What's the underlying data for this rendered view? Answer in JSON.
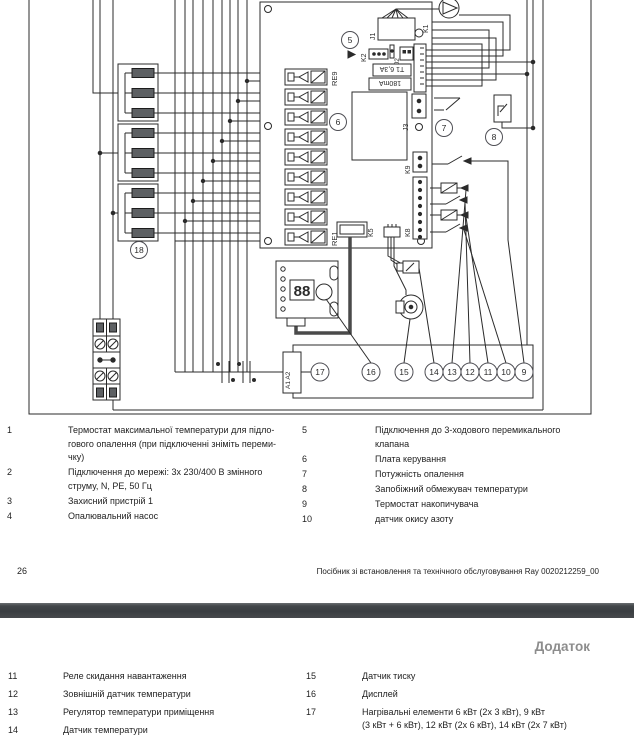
{
  "diagram": {
    "labels": {
      "re9": "RE9",
      "re1": "RE1",
      "k1": "K1",
      "j1": "J1",
      "k2": "K2",
      "j2": "J2",
      "j3": "J3",
      "k5": "K5",
      "k8": "K8",
      "k9": "K9",
      "fuse_main": "T1 6,3A",
      "fuse_small": "180mA",
      "a1a2": "A1 A2",
      "display_digits": "88"
    },
    "callouts": {
      "c5": "5",
      "c6": "6",
      "c7": "7",
      "c8": "8",
      "c18": "18",
      "c9": "9",
      "c10": "10",
      "c11": "11",
      "c12": "12",
      "c13": "13",
      "c14": "14",
      "c15": "15",
      "c16": "16",
      "c17": "17"
    }
  },
  "legend_page1": {
    "left": [
      {
        "num": "1",
        "text": "Термостат максимальної температури для підло-\nгового опалення (при підключенні зніміть переми-\nчку)"
      },
      {
        "num": "2",
        "text": "Підключення до мережі: 3x 230/400 В змінного\nструму, N, PE, 50 Гц"
      },
      {
        "num": "3",
        "text": "Захисний пристрій 1"
      },
      {
        "num": "4",
        "text": "Опалювальний насос"
      }
    ],
    "right": [
      {
        "num": "5",
        "text": "Підключення до 3-ходового перемикального\nклапана"
      },
      {
        "num": "6",
        "text": "Плата керування"
      },
      {
        "num": "7",
        "text": "Потужність опалення"
      },
      {
        "num": "8",
        "text": "Запобіжний обмежувач температури"
      },
      {
        "num": "9",
        "text": "Термостат накопичувача"
      },
      {
        "num": "10",
        "text": "датчик окису азоту"
      }
    ]
  },
  "footer": {
    "page_number": "26",
    "text": "Посібник зі встановлення та технічного обслуговування Ray 0020212259_00"
  },
  "page2": {
    "heading": "Додаток",
    "left": [
      {
        "num": "11",
        "text": "Реле скидання навантаження"
      },
      {
        "num": "12",
        "text": "Зовнішній датчик температури"
      },
      {
        "num": "13",
        "text": "Регулятор температури приміщення"
      },
      {
        "num": "14",
        "text": "Датчик температури"
      }
    ],
    "right": [
      {
        "num": "15",
        "text": "Датчик тиску"
      },
      {
        "num": "16",
        "text": "Дисплей"
      },
      {
        "num": "17",
        "text": "Нагрівальні елементи 6 кВт (2x 3 кВт), 9 кВт\n(3 кВт + 6 кВт), 12 кВт (2x 6 кВт), 14 кВт (2x 7 кВт)"
      }
    ]
  },
  "colors": {
    "separator_bar": "#3b3f42",
    "appendix_heading": "#8d8d8d",
    "diagram_stroke": "#2b2b2b",
    "heater_bar_fill": "#5d6063"
  }
}
